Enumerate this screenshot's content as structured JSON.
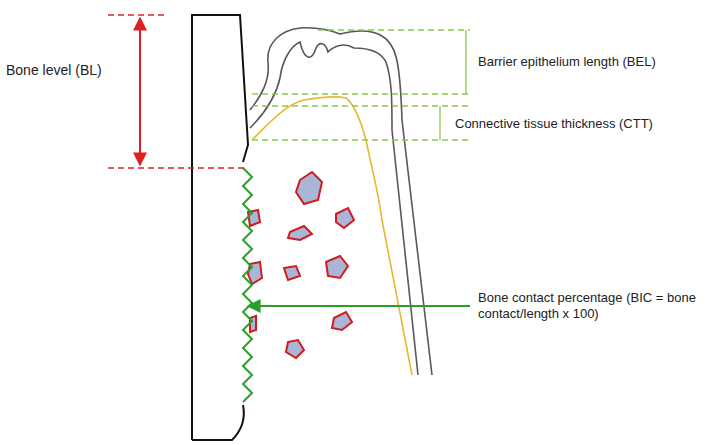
{
  "diagram": {
    "labels": [
      "Bone level (BL)",
      "Barrier epithelium length (BEL)",
      "Connective tissue thickness (CTT)",
      "Bone contact percentage (BIC = bone contact/length x 100)"
    ]
  }
}
